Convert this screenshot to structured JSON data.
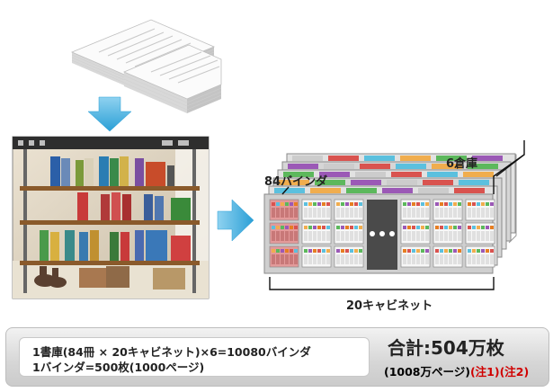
{
  "labels": {
    "warehouses": "6倉庫",
    "binders": "84バインダ",
    "cabinets": "20キャビネット",
    "center_dots": "● ● ●"
  },
  "summary": {
    "line1": "1書庫(84冊 × 20キャビネット)×6=10080バインダ",
    "line2": "1バインダ=500枚(1000ページ)",
    "total": "合計:504万枚",
    "pages": "(1008万ページ)",
    "note1": "(注1)",
    "note2": "(注2)"
  },
  "colors": {
    "arrow": "#39a9dc",
    "note": "#d00000",
    "binder_highlight": "#e39a9a"
  },
  "icons": [
    "paper-stack-icon",
    "down-arrow-icon",
    "bookshelf-photo",
    "right-arrow-icon",
    "cabinet-array-icon"
  ]
}
